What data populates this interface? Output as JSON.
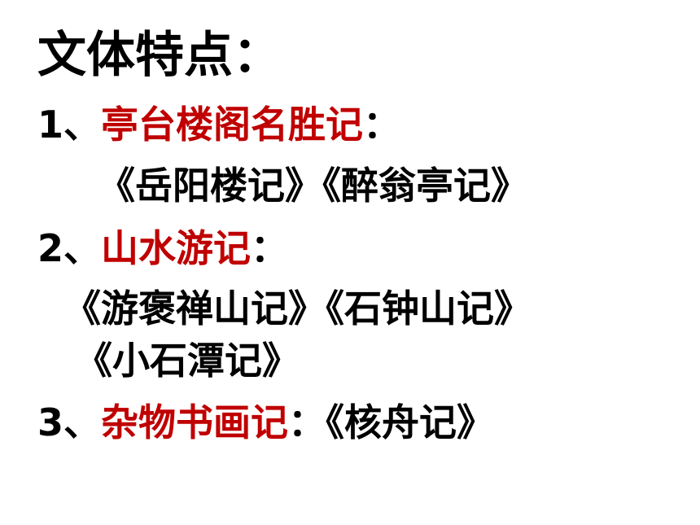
{
  "title": "文体特点：",
  "items": [
    {
      "number": "1、",
      "category": "亭台楼阁名胜记",
      "colon": "：",
      "works": [
        "《岳阳楼记》《醉翁亭记》"
      ]
    },
    {
      "number": "2、",
      "category": "山水游记",
      "colon": "：",
      "works": [
        "《游褒禅山记》《石钟山记》",
        "《小石潭记》"
      ]
    },
    {
      "number": "3、",
      "category": "杂物书画记",
      "colon": "：",
      "inline_work": "《核舟记》"
    }
  ],
  "colors": {
    "accent": "#c00000",
    "text": "#000000",
    "background": "#ffffff"
  }
}
